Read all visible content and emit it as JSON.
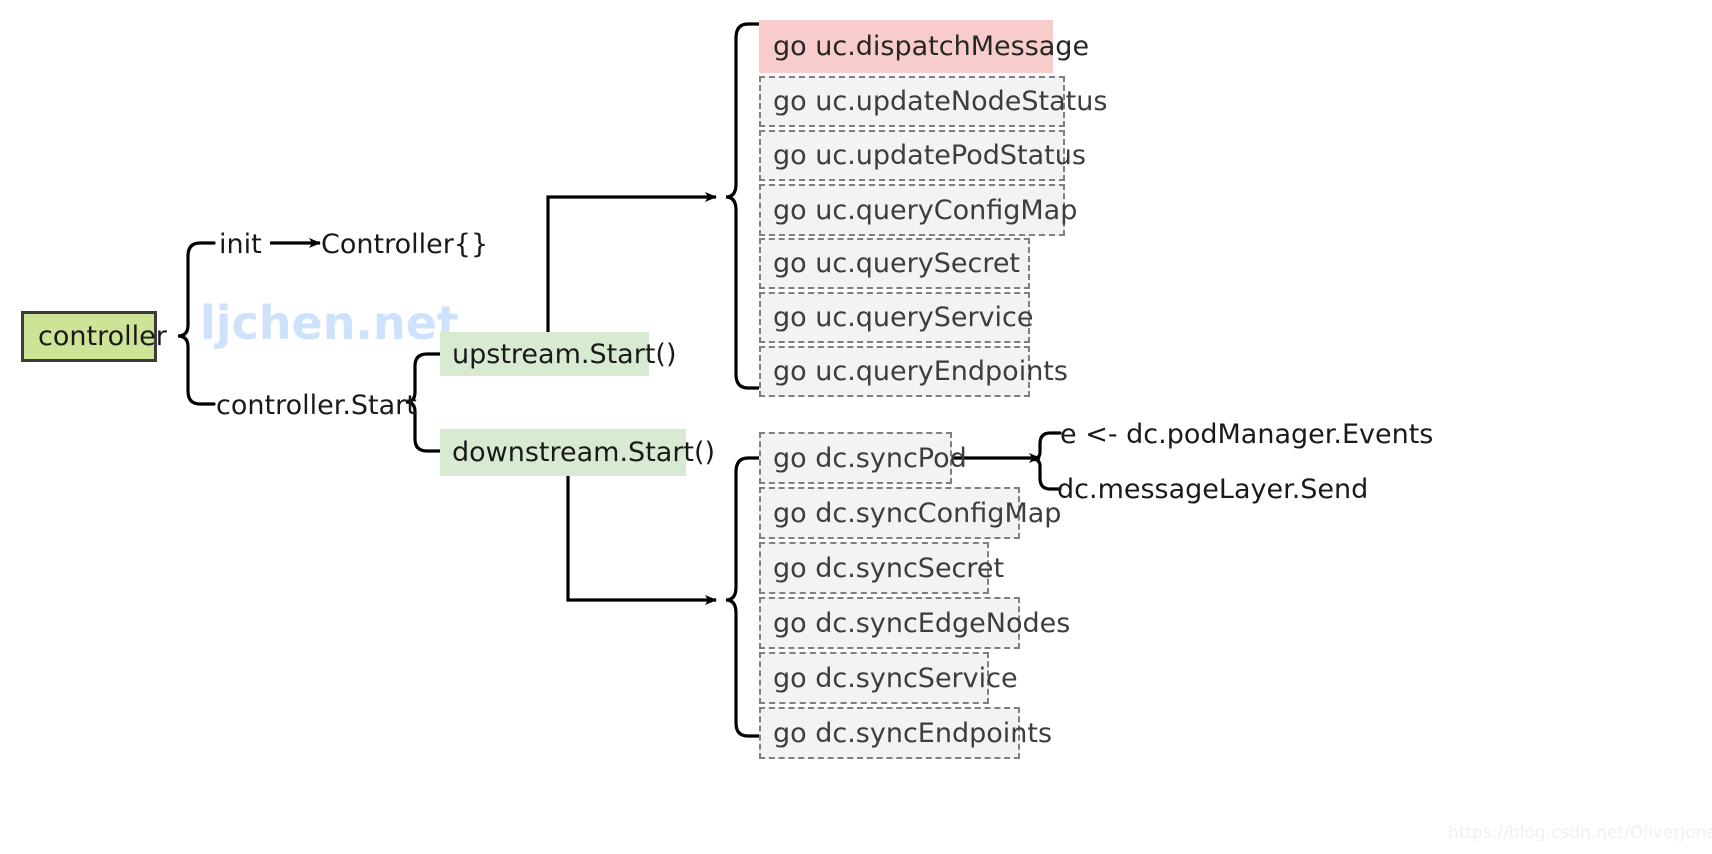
{
  "diagram": {
    "title": "controller",
    "watermark_brand": "ljchen.net",
    "watermark_url": "https://blog.csdn.net/OliverJonas",
    "colors": {
      "root_fill": "#cde396",
      "root_border": "#3b3b3b",
      "green_fill": "#d9ead3",
      "pink_fill": "#f9cccc",
      "dashed_fill": "#f3f3f3",
      "dashed_border": "#808080",
      "connector": "#000000",
      "brand": "#cfe2fb"
    }
  },
  "root": {
    "label": "controller"
  },
  "level1": [
    {
      "label": "init"
    },
    {
      "label": "Controller{}"
    },
    {
      "label": "controller.Start"
    }
  ],
  "level2": [
    {
      "label": "upstream.Start()"
    },
    {
      "label": "downstream.Start()"
    }
  ],
  "upstream_goroutines": [
    {
      "label": "go uc.dispatchMessage",
      "style": "pink"
    },
    {
      "label": "go uc.updateNodeStatus",
      "style": "dashed"
    },
    {
      "label": "go uc.updatePodStatus",
      "style": "dashed"
    },
    {
      "label": "go uc.queryConfigMap",
      "style": "dashed"
    },
    {
      "label": "go uc.querySecret",
      "style": "dashed"
    },
    {
      "label": "go uc.queryService",
      "style": "dashed"
    },
    {
      "label": "go uc.queryEndpoints",
      "style": "dashed"
    }
  ],
  "downstream_goroutines": [
    {
      "label": "go dc.syncPod",
      "style": "dashed"
    },
    {
      "label": "go dc.syncConfigMap",
      "style": "dashed"
    },
    {
      "label": "go dc.syncSecret",
      "style": "dashed"
    },
    {
      "label": "go dc.syncEdgeNodes",
      "style": "dashed"
    },
    {
      "label": "go dc.syncService",
      "style": "dashed"
    },
    {
      "label": "go dc.syncEndpoints",
      "style": "dashed"
    }
  ],
  "syncpod_details": [
    {
      "label": "e <- dc.podManager.Events"
    },
    {
      "label": "dc.messageLayer.Send"
    }
  ]
}
